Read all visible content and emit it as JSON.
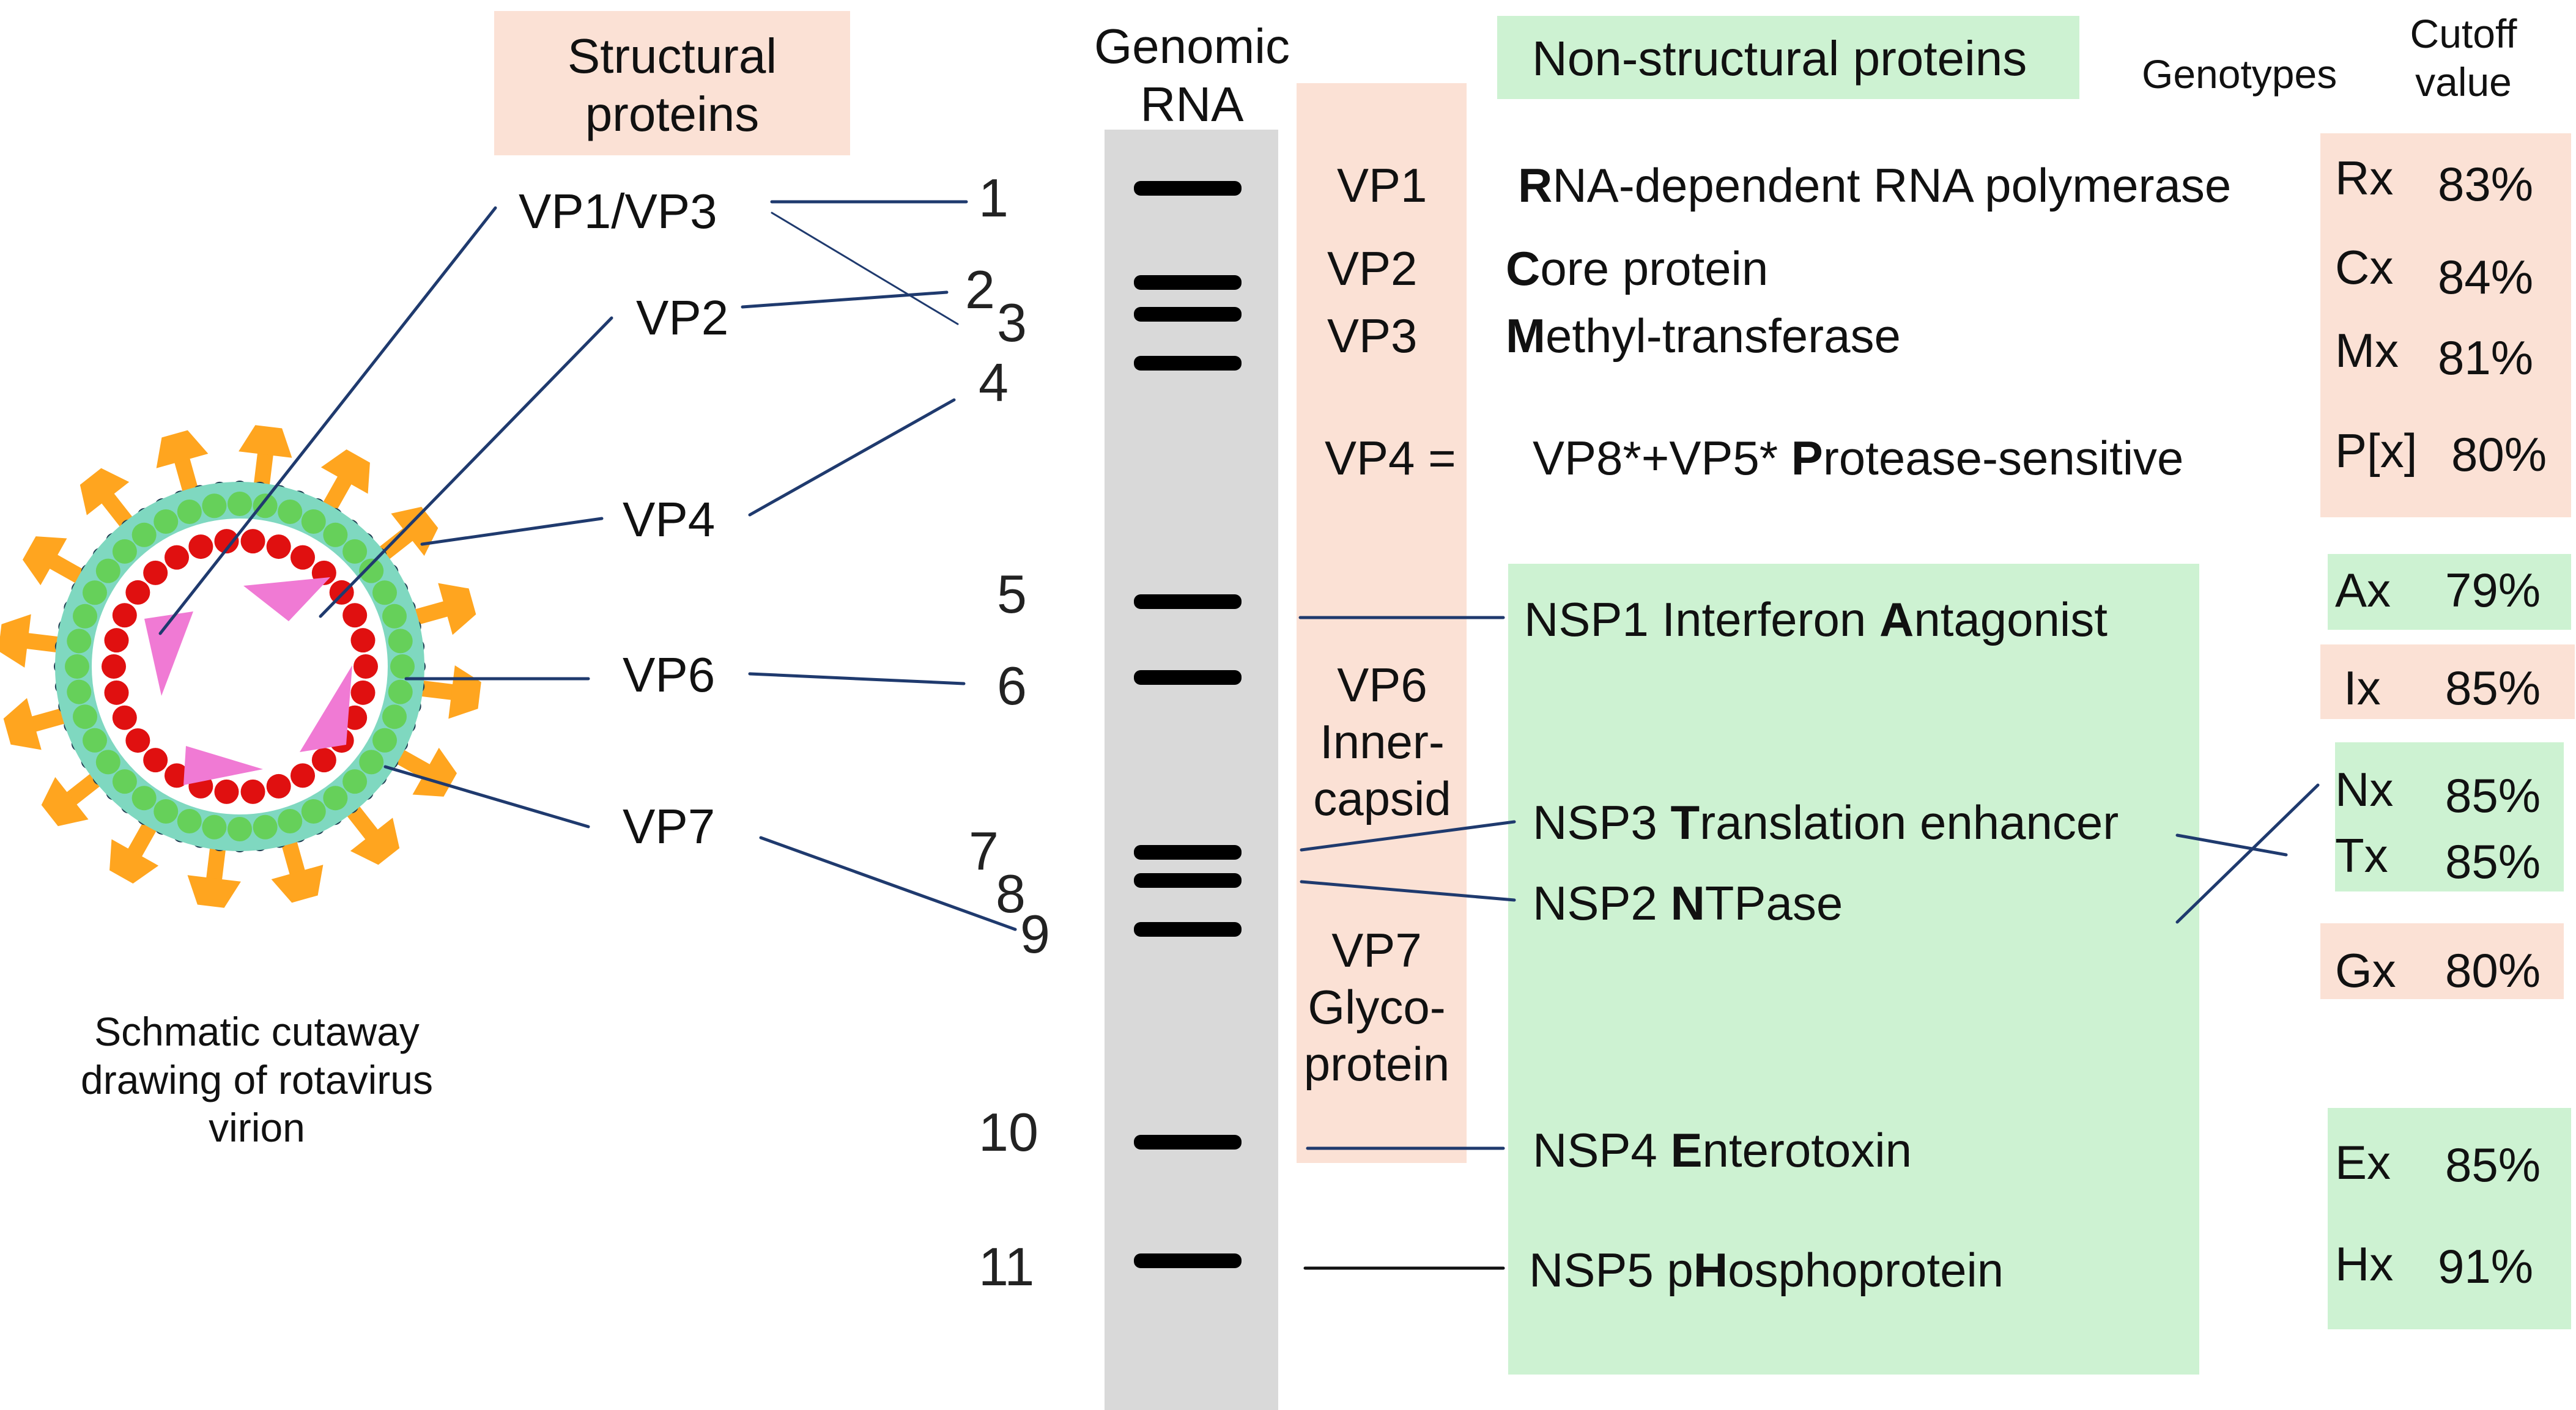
{
  "headers": {
    "structural": "Structural proteins",
    "genomic_rna": "Genomic RNA",
    "nonstructural": "Non-structural proteins",
    "genotypes": "Genotypes",
    "cutoff": "Cutoff value"
  },
  "structural_labels": {
    "vp1vp3": "VP1/VP3",
    "vp2": "VP2",
    "vp4": "VP4",
    "vp6": "VP6",
    "vp7": "VP7"
  },
  "caption": "Schmatic cutaway drawing of rotavirus virion",
  "segments": [
    "1",
    "2",
    "3",
    "4",
    "5",
    "6",
    "7",
    "8",
    "9",
    "10",
    "11"
  ],
  "vp_column": {
    "vp1": "VP1",
    "vp2": "VP2",
    "vp3": "VP3",
    "vp4": "VP4 =",
    "vp6": "VP6 Inner-capsid",
    "vp7": "VP7 Glyco-protein"
  },
  "functions": {
    "vp1": {
      "lead": "R",
      "rest": "NA-dependent RNA polymerase"
    },
    "vp2": {
      "lead": "C",
      "rest": "ore protein"
    },
    "vp3": {
      "lead": "M",
      "rest": "ethyl-transferase"
    },
    "vp4": {
      "prefix": "VP8*+VP5* ",
      "lead": "P",
      "rest": "rotease-sensitive"
    }
  },
  "nsp": {
    "nsp1": {
      "prefix": "NSP1 Interferon ",
      "lead": "A",
      "rest": "ntagonist"
    },
    "nsp3": {
      "prefix": "NSP3 ",
      "lead": "T",
      "rest": "ranslation enhancer"
    },
    "nsp2": {
      "prefix": "NSP2 ",
      "lead": "N",
      "rest": "TPase"
    },
    "nsp4": {
      "prefix": "NSP4 ",
      "lead": "E",
      "rest": "nterotoxin"
    },
    "nsp5": {
      "prefix": "NSP5 p",
      "lead": "H",
      "rest": "osphoprotein"
    }
  },
  "genotypes": [
    {
      "code": "Rx",
      "cutoff": "83%"
    },
    {
      "code": "Cx",
      "cutoff": "84%"
    },
    {
      "code": "Mx",
      "cutoff": "81%"
    },
    {
      "code": "P[x]",
      "cutoff": "80%"
    },
    {
      "code": "Ax",
      "cutoff": "79%"
    },
    {
      "code": "Ix",
      "cutoff": "85%"
    },
    {
      "code": "Nx",
      "cutoff": "85%"
    },
    {
      "code": "Tx",
      "cutoff": "85%"
    },
    {
      "code": "Gx",
      "cutoff": "80%"
    },
    {
      "code": "Ex",
      "cutoff": "85%"
    },
    {
      "code": "Hx",
      "cutoff": "91%"
    }
  ],
  "colors": {
    "structural_box": "#fbe1d5",
    "nonstructural_box": "#cdf2d2",
    "genome_bar": "#d9d9d9",
    "rna_band": "#000000",
    "spike": "#ffa51f",
    "outer_capsid": "#66d05a",
    "inner_band": "#7fd8c0",
    "core_beads": "#e01010",
    "polymerase": "#f07ad4",
    "outline_dots": "#1d3a50",
    "connector": "#1f3a6e"
  }
}
